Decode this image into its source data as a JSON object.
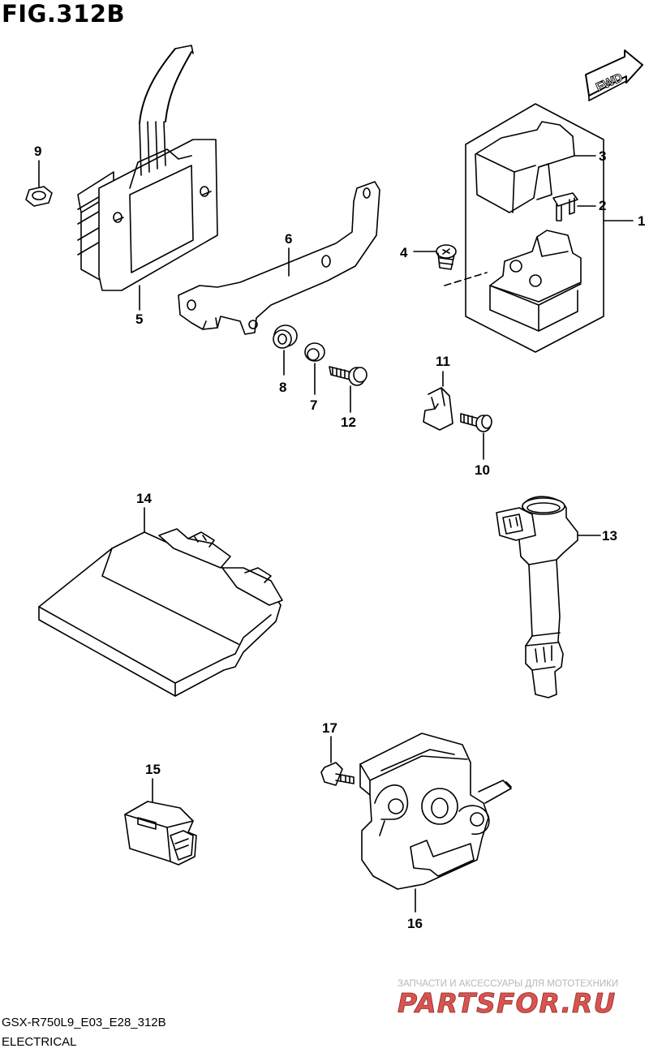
{
  "figure_title": "FIG.312B",
  "fwd_label": "FWD",
  "callouts": [
    {
      "id": "c1",
      "text": "1"
    },
    {
      "id": "c2",
      "text": "2"
    },
    {
      "id": "c3",
      "text": "3"
    },
    {
      "id": "c4",
      "text": "4"
    },
    {
      "id": "c5",
      "text": "5"
    },
    {
      "id": "c6",
      "text": "6"
    },
    {
      "id": "c7",
      "text": "7"
    },
    {
      "id": "c8",
      "text": "8"
    },
    {
      "id": "c9",
      "text": "9"
    },
    {
      "id": "c10",
      "text": "10"
    },
    {
      "id": "c11",
      "text": "11"
    },
    {
      "id": "c12",
      "text": "12"
    },
    {
      "id": "c13",
      "text": "13"
    },
    {
      "id": "c14",
      "text": "14"
    },
    {
      "id": "c15",
      "text": "15"
    },
    {
      "id": "c16",
      "text": "16"
    },
    {
      "id": "c17",
      "text": "17"
    }
  ],
  "footer": {
    "model_code": "GSX-R750L9_E03_E28_312B",
    "section": "ELECTRICAL"
  },
  "watermark": {
    "caption": "ЗАПЧАСТИ И АКСЕССУАРЫ ДЛЯ МОТОТЕХНИКИ",
    "logo_text": "PARTSFOR.RU",
    "color": "#d9534f"
  }
}
